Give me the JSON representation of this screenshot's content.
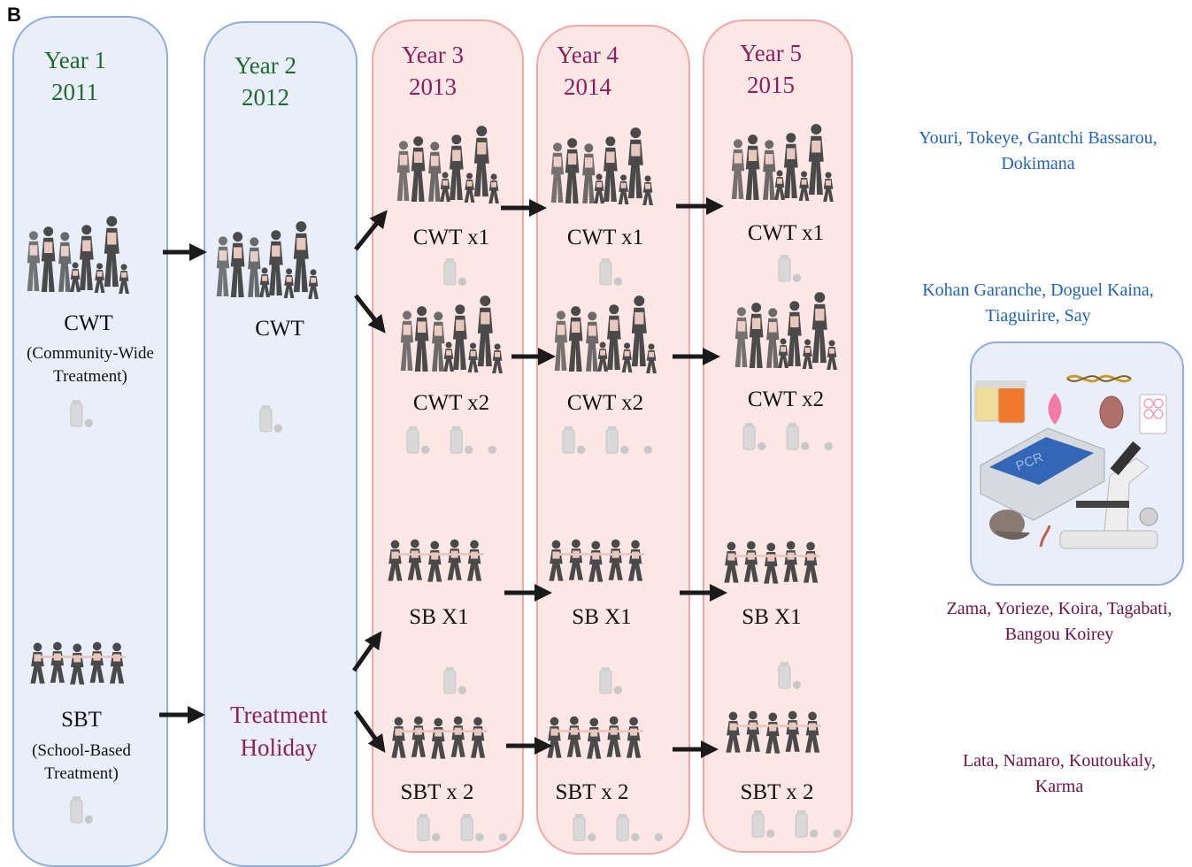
{
  "panel": {
    "letter": "B"
  },
  "columns": [
    {
      "year": "Year 1",
      "yr": "2011"
    },
    {
      "year": "Year 2",
      "yr": "2012"
    },
    {
      "year": "Year 3",
      "yr": "2013"
    },
    {
      "year": "Year 4",
      "yr": "2014"
    },
    {
      "year": "Year 5",
      "yr": "2015"
    }
  ],
  "year1": {
    "cwt": "CWT",
    "cwt_sub1": "(Community-Wide",
    "cwt_sub2": "Treatment)",
    "sbt": "SBT",
    "sbt_sub1": "(School-Based",
    "sbt_sub2": "Treatment)"
  },
  "year2": {
    "cwt": "CWT",
    "holiday1": "Treatment",
    "holiday2": "Holiday"
  },
  "arms": {
    "cwt1": "CWT x1",
    "cwt2": "CWT x2",
    "sb1": "SB X1",
    "sbt2": "SBT x 2"
  },
  "villages": [
    {
      "line1": "Youri, Tokeye, Gantchi Bassarou,",
      "line2": "Dokimana"
    },
    {
      "line1": "Kohan Garanche, Doguel Kaina,",
      "line2": "Tiaguirire, Say"
    },
    {
      "line1": "Zama, Yorieze, Koira, Tagabati,",
      "line2": "Bangou Koirey"
    },
    {
      "line1": "Lata, Namaro, Koutoukaly,",
      "line2": "Karma"
    }
  ],
  "lab": {
    "pcr": "PCR"
  },
  "icons": {
    "crowd": "walking-group-icon",
    "children": "school-children-icon",
    "pill": "pill-bottle-icon",
    "arrow": "arrow-icon",
    "lab": "laboratory-icon"
  },
  "colors": {
    "blue_fill": "#e9eef9",
    "blue_border": "#8eaedd",
    "pink_fill": "#fde7e6",
    "pink_border": "#f3a7a2",
    "green_text": "#1f6b2e",
    "plum_text": "#8e1f5a",
    "blue_text": "#1f63b4"
  }
}
